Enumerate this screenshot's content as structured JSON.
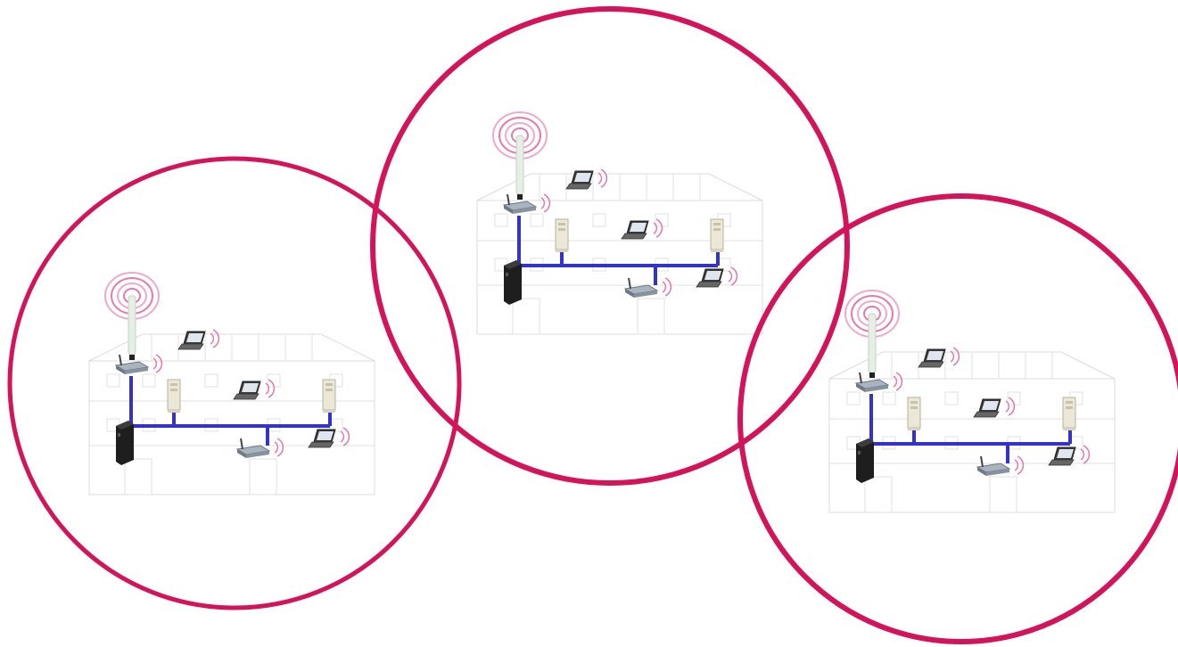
{
  "colors": {
    "coverage_ring": "#d4145a",
    "wire": "#3333cc",
    "building_line": "#dadada",
    "signal": "#e87aa6",
    "device_light": "#ece8d8",
    "device_dark": "#2a2a2a",
    "router": "#8d99a6"
  },
  "cells": [
    {
      "name": "cell-left"
    },
    {
      "name": "cell-center"
    },
    {
      "name": "cell-right"
    }
  ]
}
